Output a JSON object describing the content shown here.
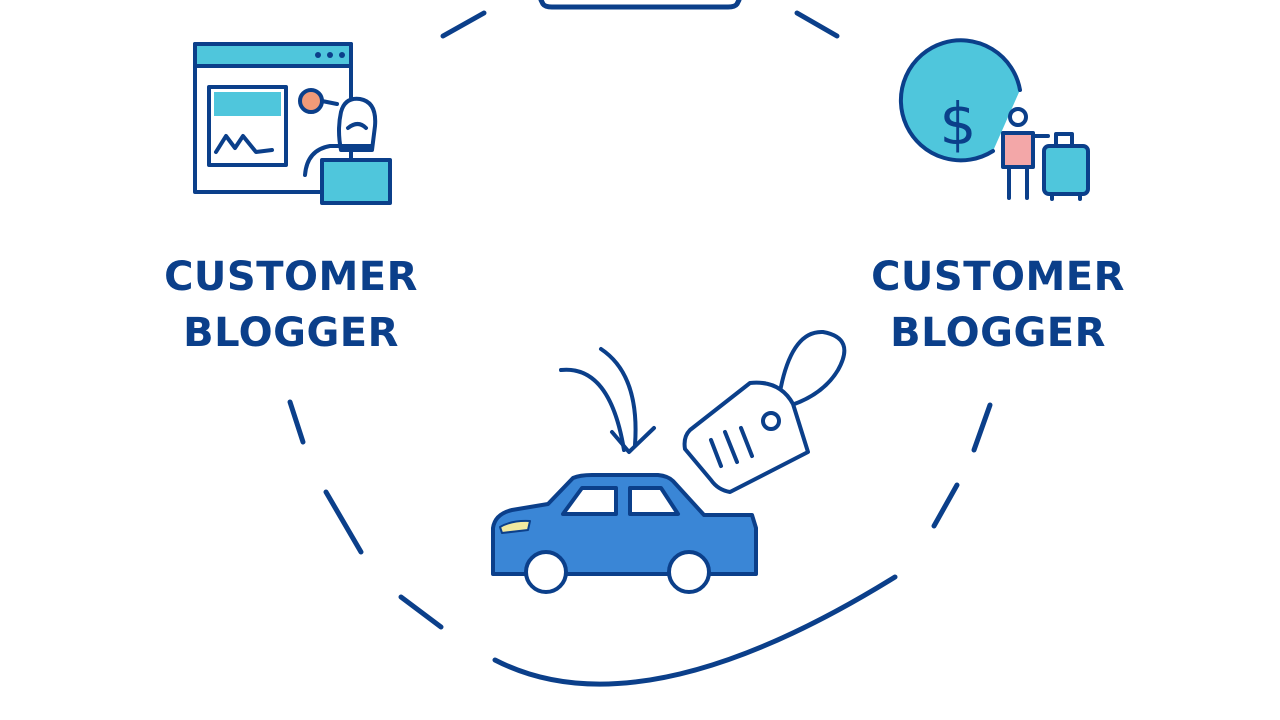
{
  "labels": {
    "left": {
      "line1": "CUSTOMER",
      "line2": "BLOGGER"
    },
    "right": {
      "line1": "CUSTOMER",
      "line2": "BLOGGER"
    }
  },
  "icons": {
    "top_left": "blogger-screen-icon",
    "top_right": "dollar-traveler-icon",
    "bottom": "car-sale-tag-icon",
    "top_center": "partial-box-icon"
  },
  "colors": {
    "outline": "#0b3f8a",
    "fill_light": "#4fc6dc",
    "fill_car": "#3a86d6",
    "accent_orange": "#f29a78",
    "accent_pink": "#f3a7a8",
    "background": "#ffffff"
  }
}
